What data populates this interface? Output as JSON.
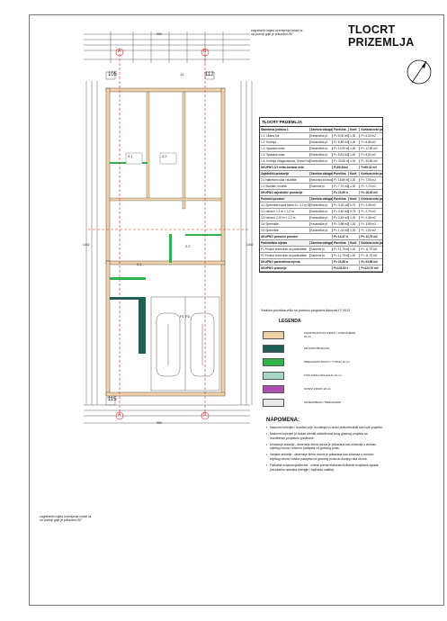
{
  "title": "TLOCRT PRIZEMLJA",
  "table": {
    "heading": "TLOCRT PRIZEMLJA",
    "columns": [
      "Stambena jedinica 1",
      "Završna obloga",
      "Površina",
      "Koef.",
      "Korisna neto površina"
    ],
    "groups": [
      {
        "rows": [
          [
            "1.1. Ulazni hol",
            "Keramičke pl.",
            "P= 6,00 m2",
            "1,00",
            "P= 6,00 m2"
          ],
          [
            "1.2. Kuhinja",
            "Keramičke pl.",
            "P= 8,85 m2",
            "1,00",
            "P= 8,85 m2"
          ],
          [
            "1.3. Spavaća soba",
            "Keramičke pl.",
            "P= 12,90 m2",
            "1,00",
            "P= 12,90 m2"
          ],
          [
            "1.4. Spavaća soba",
            "Keramičke pl.",
            "P= 8,81 m2",
            "1,00",
            "P= 8,81 m2"
          ],
          [
            "1.5. Kuhinja i blagovaonica, Dnevni boravak",
            "Keramičke pl.",
            "P= 33,65 m2",
            "1,00",
            "P= 33,65 m2"
          ]
        ],
        "total": [
          "UKUPNO 1/1 netto-korisna neto",
          "",
          "P=69,32m2",
          "",
          "P=69,32 m2"
        ]
      },
      {
        "sub": [
          "Zajednički prostorije",
          "Završna obloga",
          "Površina",
          "Koef.",
          "Korisna neto površina"
        ],
        "rows": [
          [
            "2.1 Natkriveni ulaz i stubište",
            "Betonski kolovoz",
            "P= 15,89 m2",
            "1,00",
            "P= 7,05 m2"
          ],
          [
            "2.2 Stubište i hodnik",
            "Kamene pl.",
            "P= 7,70 m2",
            "1,00",
            "P= 7,70 m2"
          ]
        ],
        "total": [
          "UKUPNO zajedničke prostorije",
          "",
          "P= 23,59 m2",
          "",
          "P= 18,05 m2"
        ]
      },
      {
        "sub": [
          "Pomoćni prostori",
          "Završna obloga",
          "Površina",
          "Koef.",
          "Korisna neto površina"
        ],
        "rows": [
          [
            "3.1 Spremište ispod stube A = 3,2 m Keramičke pl. h-1,2 m",
            "Keramičke pl.",
            "P= 3,30 m2",
            "0,75",
            "P= 2,48 m2"
          ],
          [
            "3.2 visina h 1,2 m < 2,2 m",
            "Keramičke pl.",
            "P= 3,60 m2",
            "0,75",
            "P= 2,70 m2"
          ],
          [
            "3.3 visina h 2,20 m < 2,2 m",
            "Keramičke pl.",
            "P= 2,45 m2",
            "1,00",
            "P= 2,45 m2"
          ],
          [
            "3.4 Spremište",
            "Keramičke pl.",
            "P= 3,88 m2",
            "1,00",
            "P= 3,88 m2"
          ],
          [
            "3.5 Spremište",
            "Keramičke pl.",
            "P= 1,24 m2",
            "1,00",
            "P= 1,24 m2"
          ]
        ],
        "total": [
          "UKUPNO pomoćni prostori",
          "",
          "P= 14,47 m2",
          "",
          "P= 12,75 m2"
        ]
      },
      {
        "sub": [
          "Parkirališna mjesta",
          "Završna obloga",
          "Površina",
          "Koef.",
          "Korisna neto površina"
        ],
        "rows": [
          [
            "P1 Prostor rezerviran za parkiralište",
            "Kamene pl.",
            "P= 11,79 m2",
            "1,00",
            "P= 11,79 m2"
          ],
          [
            "P2 Prostor rezerviran za parkiralište",
            "Kamene pl.",
            "P= 11,79 m2",
            "1,00",
            "P= 11,79 m2"
          ]
        ],
        "total": [
          "UKUPNO parkirališna mjesta",
          "",
          "P= 23,58 m2",
          "",
          "P= 23,58 m2"
        ]
      }
    ],
    "grand_total": [
      "UKUPNO prizemlje",
      "",
      "P=131,00 m2",
      "",
      "P=123,70 m2"
    ]
  },
  "footnote": "*izračun površina vršio se pomoću programa Autocad LT 2013",
  "legend": {
    "title": "LEGENDA",
    "items": [
      {
        "label": "KONSTRUKTIVNI ZIDOVI / POROTHERM 25 cm",
        "color": "#f1d2a8"
      },
      {
        "label": "AB KONSTRUKCIJA",
        "color": "#1f5f57"
      },
      {
        "label": "PREGRADNI ZIDOVI / YTONG 10 cm",
        "color": "#2fb34a"
      },
      {
        "label": "TOPLINSKA IZOLACIJA 10 cm",
        "color": "#a5d8c8"
      },
      {
        "label": "NOSIVI ZIDOVI 20 cm",
        "color": "#b04fb0"
      },
      {
        "label": "SNJEGOBRAN / PREGRADNI",
        "color": "#e9e9e9"
      }
    ]
  },
  "notes": {
    "title": "NAPOMENA:",
    "items": [
      "Nadzorni inženjer i izvođač prije izvođenja su dužni prekontrolirati sve kote projekta.",
      "Nadzorni inženjer je dužan utvrditi usklađenost svog glavnog projekta sa izvedbenim projektom građevine.",
      "Unutarnje stolarije - dimenzije širina otvora je prikazana kao zidarska s visinom svjetlog otvora i visinom parapeta od gotovog poda.",
      "Vanjske stolarije - dimenzije širina otvora je prikazana kao zidarska s visinom svjetlog otvora i visina parapeta od gotovog poda do donjeg ruba otvora.",
      "Fizikalna svojstva građevine - izvesti prema elaboratu fizikalnih svojstava zgrade (racionalna uporaba energije i toplinska zaštita)."
    ]
  },
  "annotations": {
    "top": "zagrebački izgled uzemljenja nalazi se na poziciji gdje je prikazano 90°",
    "bottom": "zagrebački izgled uzemljenja nalazi se na poziciji gdje je prikazano 90°"
  },
  "plan_labels": {
    "dim_top": "996",
    "dim_bottom": "996",
    "dim_left": "1442",
    "dim_right": "1442",
    "section_a": "A",
    "section_b": "B",
    "level_105": "105",
    "level_112": "112",
    "level_115": "115",
    "level_12": "12",
    "room_31": "3.1",
    "room_32": "3.2",
    "room_21": "2.1",
    "room_22": "2.2",
    "parking": "P1 P2"
  },
  "colors": {
    "wall": "#f1d2a8",
    "concrete": "#1f5f57",
    "partition": "#2fb34a",
    "insulation": "#a5d8c8",
    "section_line": "#d22"
  }
}
